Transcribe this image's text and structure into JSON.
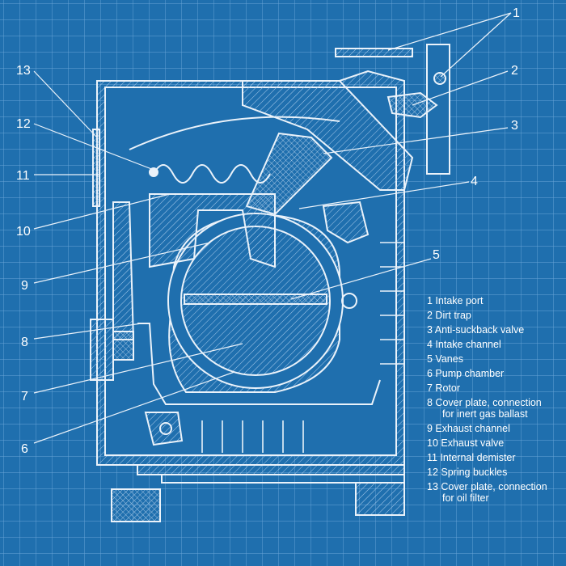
{
  "callouts": [
    "1",
    "2",
    "3",
    "4",
    "5",
    "6",
    "7",
    "8",
    "9",
    "10",
    "11",
    "12",
    "13"
  ],
  "legend": [
    {
      "text": "1 Intake port"
    },
    {
      "text": "2 Dirt trap"
    },
    {
      "text": "3 Anti-suckback valve"
    },
    {
      "text": "4 Intake channel"
    },
    {
      "text": "5 Vanes"
    },
    {
      "text": "6 Pump chamber"
    },
    {
      "text": "7 Rotor"
    },
    {
      "text": "8 Cover plate, connection",
      "cont": "for inert gas ballast"
    },
    {
      "text": "9 Exhaust channel"
    },
    {
      "text": "10 Exhaust valve"
    },
    {
      "text": "11 Internal demister"
    },
    {
      "text": "12 Spring buckles"
    },
    {
      "text": "13 Cover plate, connection",
      "cont": "for oil filter"
    }
  ],
  "colors": {
    "background": "#1f6fae",
    "grid": "#5e9bd0",
    "lines": "#e8f1fa",
    "hatch": "#9cc3e6"
  }
}
